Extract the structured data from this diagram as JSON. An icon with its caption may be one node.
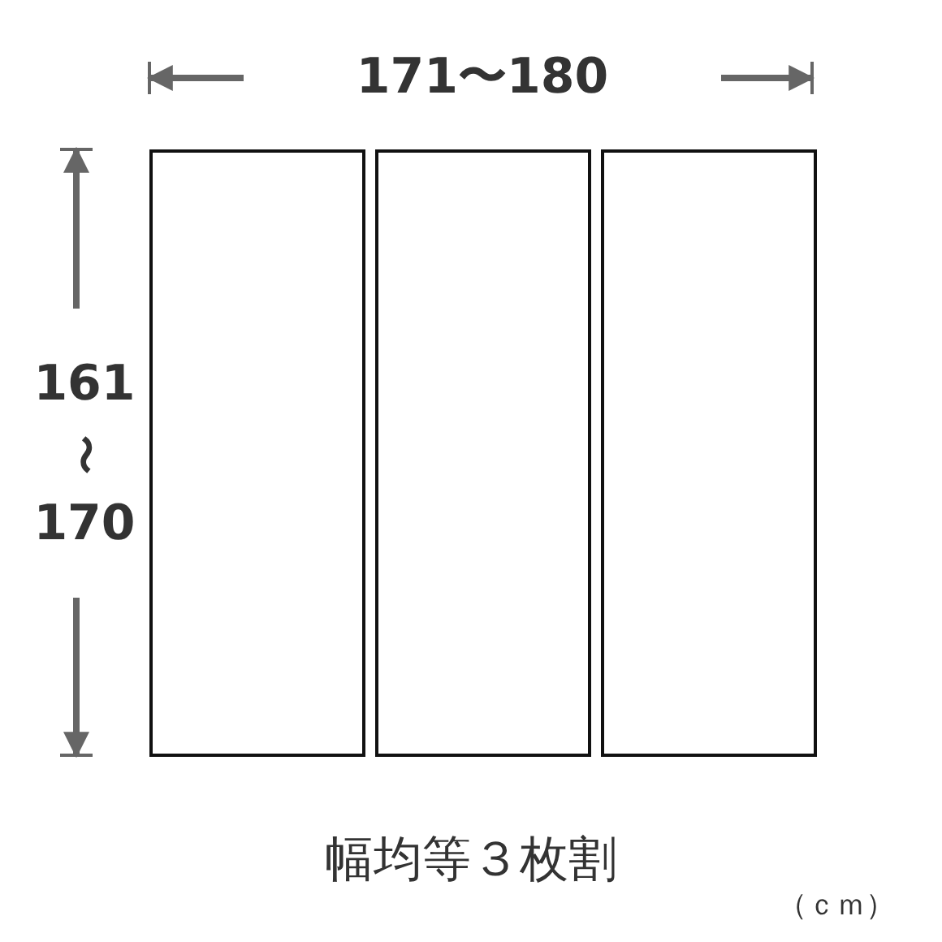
{
  "diagram": {
    "nodes": [
      {
        "text": [],
        "shape": "box"
      },
      {
        "text": [],
        "shape": "box"
      },
      {
        "text": [],
        "shape": "box"
      }
    ],
    "labels": [
      "171〜180",
      "161",
      "〜",
      "170",
      "幅均等３枚割",
      "（ｃｍ）"
    ]
  }
}
